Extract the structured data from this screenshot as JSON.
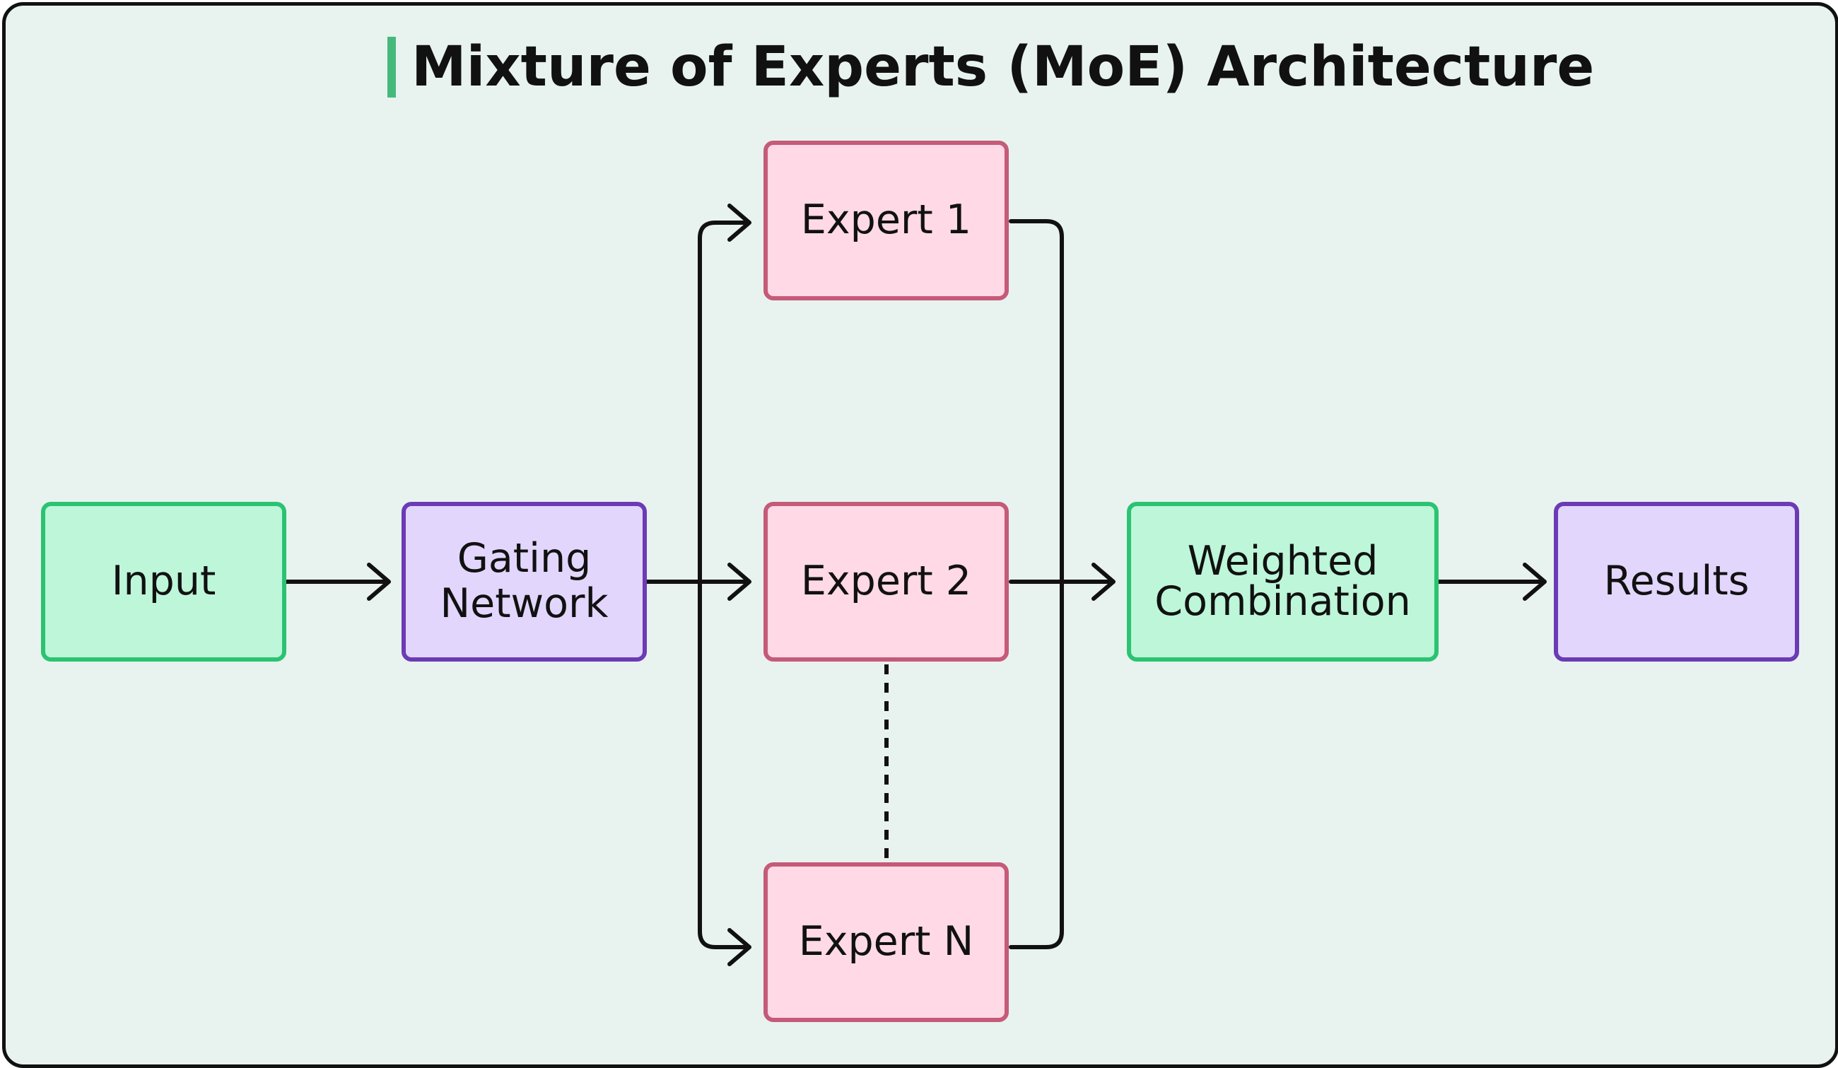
{
  "title": "Mixture of Experts (MoE) Architecture",
  "colors": {
    "background": "#e8f3ef",
    "title_accent": "#47b87c",
    "green_fill": "#bdf6d9",
    "green_border": "#2bc372",
    "purple_fill": "#e2d6fd",
    "purple_border": "#6b3bb5",
    "pink_fill": "#ffd9e6",
    "pink_border": "#c55a79",
    "line": "#111111"
  },
  "nodes": {
    "input": "Input",
    "gating": "Gating\nNetwork",
    "expert1": "Expert 1",
    "expert2": "Expert 2",
    "expertn": "Expert N",
    "weighted": "Weighted\nCombination",
    "results": "Results"
  },
  "edges": [
    {
      "from": "Input",
      "to": "Gating Network",
      "style": "solid-arrow"
    },
    {
      "from": "Gating Network",
      "to": "Expert 1",
      "style": "solid-arrow"
    },
    {
      "from": "Gating Network",
      "to": "Expert 2",
      "style": "solid-arrow"
    },
    {
      "from": "Gating Network",
      "to": "Expert N",
      "style": "solid-arrow"
    },
    {
      "from": "Expert 1",
      "to": "Weighted Combination",
      "style": "solid-arrow"
    },
    {
      "from": "Expert 2",
      "to": "Weighted Combination",
      "style": "solid-arrow"
    },
    {
      "from": "Expert N",
      "to": "Weighted Combination",
      "style": "solid-arrow"
    },
    {
      "from": "Expert 2",
      "to": "Expert N",
      "style": "dotted"
    },
    {
      "from": "Weighted Combination",
      "to": "Results",
      "style": "solid-arrow"
    }
  ]
}
